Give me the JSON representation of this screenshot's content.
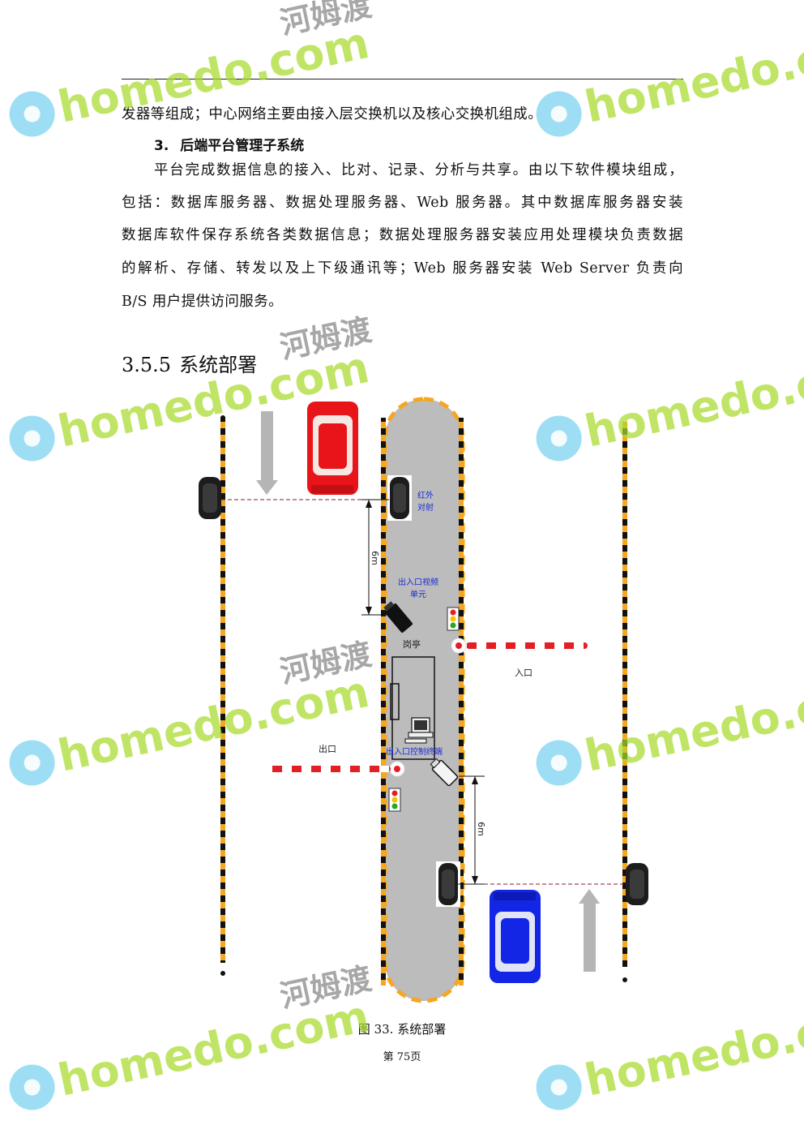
{
  "page": {
    "lines": [
      "发器等组成；中心网络主要由接入层交换机以及核心交换机组成。",
      "平台完成数据信息的接入、比对、记录、分析与共享。由以下软件模块组成，",
      "包括：数据库服务器、数据处理服务器、Web 服务器。其中数据库服务器安装",
      "数据库软件保存系统各类数据信息；数据处理服务器安装应用处理模块负责数据",
      "的解析、存储、转发以及上下级通讯等；Web 服务器安装 Web Server 负责向",
      "B/S 用户提供访问服务。"
    ],
    "heading3": {
      "number": "3.",
      "title": "后端平台管理子系统"
    },
    "section": {
      "number": "3.5.5",
      "title": "系统部署"
    },
    "caption": "图 33.  系统部署",
    "page_number": "第 75页"
  },
  "diagram": {
    "labels": {
      "ir_beam": [
        "红外",
        "对射"
      ],
      "video_unit": [
        "出入口视频",
        "单元"
      ],
      "booth": "岗亭",
      "entrance": "入口",
      "exit": "出口",
      "control_terminal": "出入口控制终端",
      "distance_top": "6m",
      "distance_bottom": "6m"
    },
    "colors": {
      "red_car": "#e8141a",
      "blue_car": "#1326e6",
      "island": "#bcbcbc",
      "curb_orange": "#f5a623",
      "barrier_red": "#e31e24",
      "label_blue": "#1a2bd6"
    }
  },
  "watermark": {
    "brand": "homedo.com",
    "cn": "河姆渡"
  }
}
